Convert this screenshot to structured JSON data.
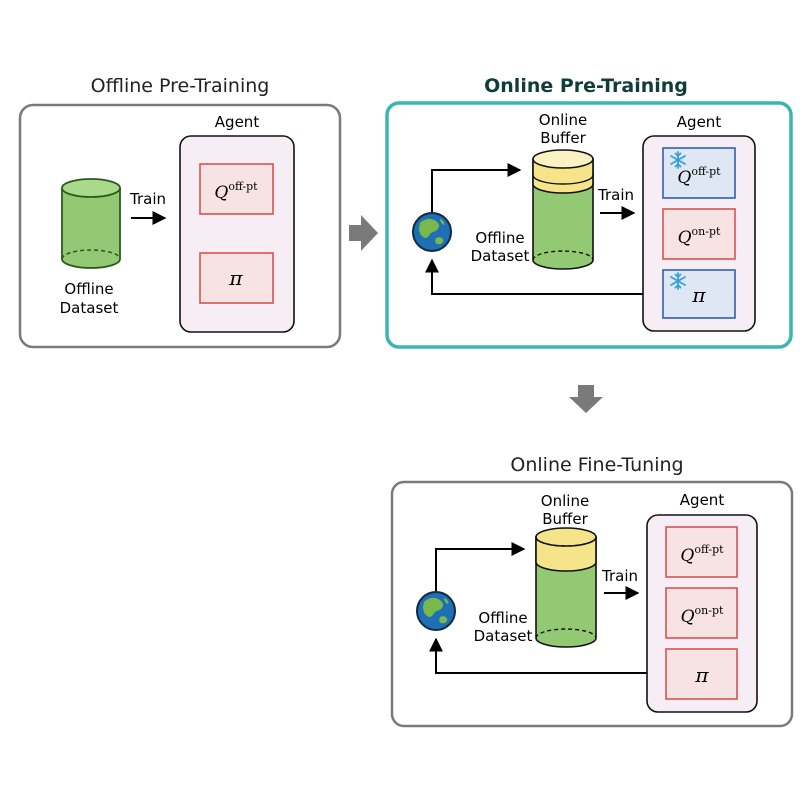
{
  "panels": {
    "offline": {
      "title": "Offline Pre-Training",
      "agent_label": "Agent",
      "train_label": "Train",
      "dataset_label_line1": "Offline",
      "dataset_label_line2": "Dataset",
      "q_sup": "off-pt",
      "pi": "π"
    },
    "online_pre": {
      "title": "Online Pre-Training",
      "agent_label": "Agent",
      "train_label": "Train",
      "buffer_label_line1": "Online",
      "buffer_label_line2": "Buffer",
      "dataset_label_line1": "Offline",
      "dataset_label_line2": "Dataset",
      "q1_sup": "off-pt",
      "q2_sup": "on-pt",
      "pi": "π",
      "frozen_icon": "❄",
      "accent_color": "#3bb5b3"
    },
    "online_ft": {
      "title": "Online Fine-Tuning",
      "agent_label": "Agent",
      "train_label": "Train",
      "buffer_label_line1": "Online",
      "buffer_label_line2": "Buffer",
      "dataset_label_line1": "Offline",
      "dataset_label_line2": "Dataset",
      "q1_sup": "off-pt",
      "q2_sup": "on-pt",
      "pi": "π"
    }
  },
  "symbols": {
    "q": "Q"
  },
  "icons": {
    "environment": "globe-icon",
    "frozen": "snowflake-icon",
    "stage_arrow": "block-arrow-icon"
  },
  "colors": {
    "panel_border": "#777777",
    "agent_fill": "#f6eef4",
    "module_border": "#d9534f",
    "module_fill": "#f8e3e4",
    "frozen_border": "#3060b0",
    "frozen_fill": "#dfe6f4",
    "dataset_green": "#93c973",
    "buffer_yellow": "#f5e48a",
    "stage_arrow": "#7a7a7a"
  }
}
